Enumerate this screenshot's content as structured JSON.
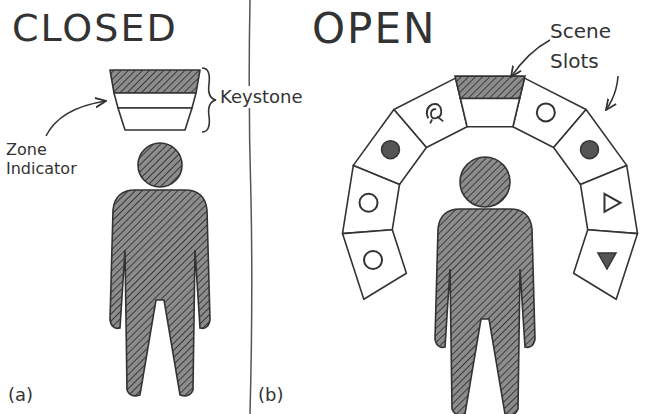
{
  "diagram": {
    "labels": [
      "CLOSED",
      "OPEN",
      "Keystone",
      "Zone Indicator",
      "Scene Slots",
      "(a)",
      "(b)"
    ]
  }
}
